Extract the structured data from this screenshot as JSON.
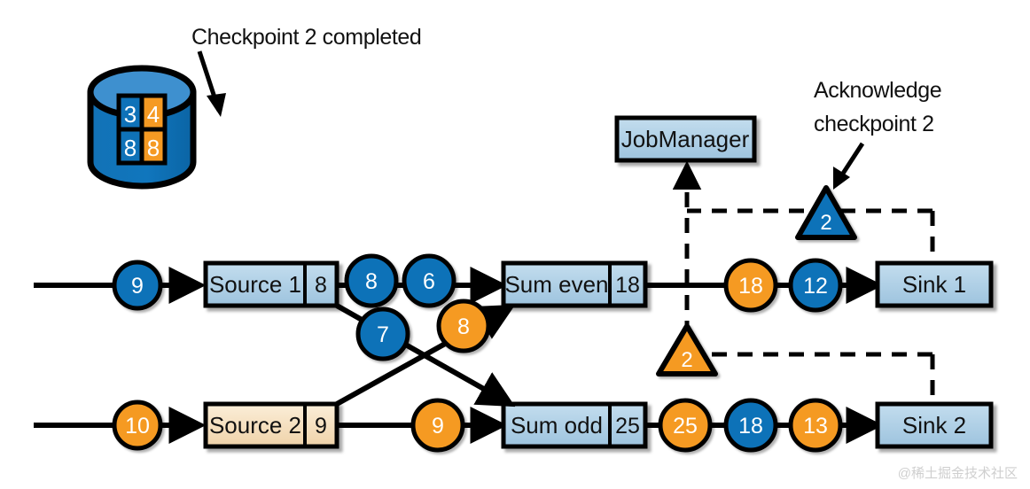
{
  "colors": {
    "blue": "#0f72b8",
    "blue_light_top": "#3e90cf",
    "orange": "#f59a23",
    "box_blue_fill": "#aed0e6",
    "box_blue_fill_dark": "#9cc2dd",
    "box_tan_fill": "#f6dfc0",
    "box_tan_fill_dark": "#eed3ac",
    "stroke": "#000000",
    "white": "#ffffff",
    "watermark": "#cfcfcf"
  },
  "annotations": {
    "checkpoint_completed": "Checkpoint 2 completed",
    "acknowledge_line1": "Acknowledge",
    "acknowledge_line2": "checkpoint 2"
  },
  "state_store": {
    "name": "checkpoint-store",
    "cells": [
      {
        "value": "3",
        "color": "blue"
      },
      {
        "value": "4",
        "color": "orange"
      },
      {
        "value": "8",
        "color": "blue"
      },
      {
        "value": "8",
        "color": "orange"
      }
    ]
  },
  "job_manager": {
    "label": "JobManager"
  },
  "barriers": [
    {
      "name": "barrier-top",
      "value": "2",
      "color": "blue"
    },
    {
      "name": "barrier-bottom",
      "value": "2",
      "color": "orange"
    }
  ],
  "operators": [
    {
      "name": "source-1",
      "label": "Source 1",
      "state": "8",
      "fill": "blue"
    },
    {
      "name": "sum-even",
      "label": "Sum even",
      "state": "18",
      "fill": "blue"
    },
    {
      "name": "sink-1",
      "label": "Sink 1",
      "state": "",
      "fill": "blue"
    },
    {
      "name": "source-2",
      "label": "Source 2",
      "state": "9",
      "fill": "tan"
    },
    {
      "name": "sum-odd",
      "label": "Sum odd",
      "state": "25",
      "fill": "blue"
    },
    {
      "name": "sink-2",
      "label": "Sink 2",
      "state": "",
      "fill": "blue"
    }
  ],
  "records": {
    "top_input": {
      "value": "9",
      "color": "blue"
    },
    "src1_out_a": {
      "value": "8",
      "color": "blue"
    },
    "src1_out_b": {
      "value": "6",
      "color": "blue"
    },
    "src1_cross": {
      "value": "7",
      "color": "blue"
    },
    "src2_cross": {
      "value": "8",
      "color": "orange"
    },
    "sum_even_out_a": {
      "value": "18",
      "color": "orange"
    },
    "sum_even_out_b": {
      "value": "12",
      "color": "blue"
    },
    "bottom_input": {
      "value": "10",
      "color": "orange"
    },
    "src2_out": {
      "value": "9",
      "color": "orange"
    },
    "sum_odd_out_a": {
      "value": "25",
      "color": "orange"
    },
    "sum_odd_out_b": {
      "value": "18",
      "color": "blue"
    },
    "sum_odd_out_c": {
      "value": "13",
      "color": "orange"
    }
  },
  "watermark": "@稀土掘金技术社区"
}
